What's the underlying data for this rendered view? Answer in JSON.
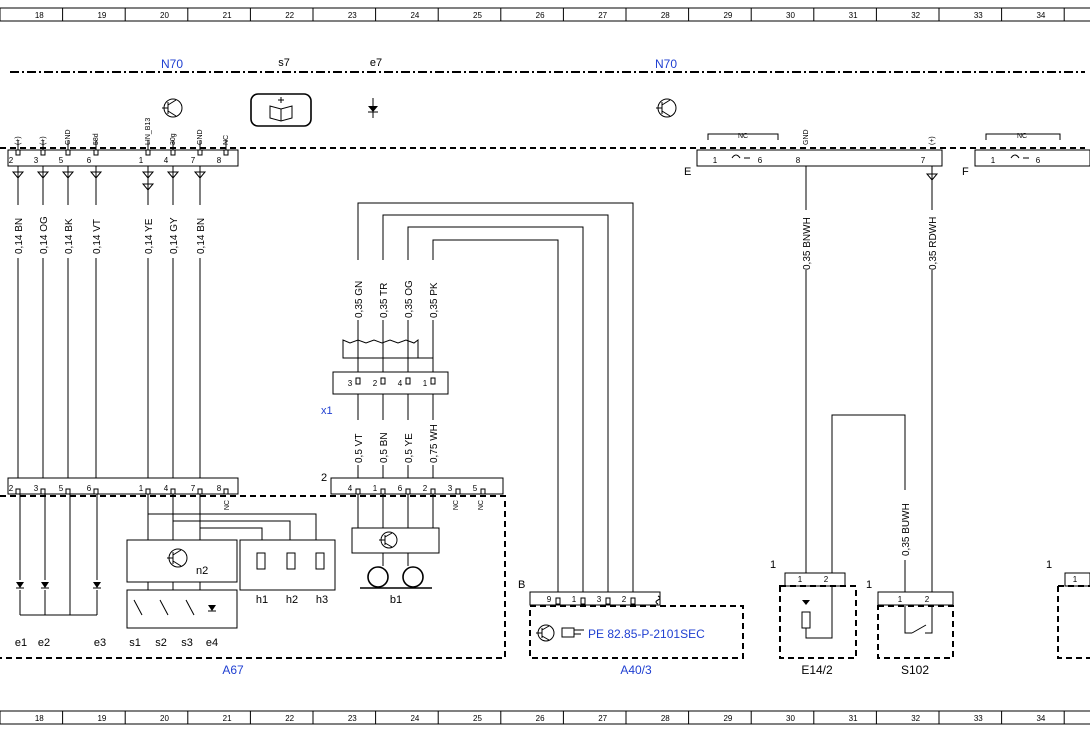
{
  "grid": [
    "18",
    "19",
    "20",
    "21",
    "22",
    "23",
    "24",
    "25",
    "26",
    "27",
    "28",
    "29",
    "30",
    "31",
    "32",
    "33",
    "34"
  ],
  "headers": {
    "n70_left": "N70",
    "s7": "s7",
    "e7": "e7",
    "n70_right": "N70"
  },
  "top_left_pins": {
    "signals": [
      "(+)",
      "(+)",
      "GND",
      "58d",
      "LIN_B13",
      "30g",
      "GND",
      "NC"
    ],
    "numbers": [
      "2",
      "3",
      "5",
      "6",
      "1",
      "4",
      "7",
      "8"
    ]
  },
  "wires_upper": [
    "0,14 BN",
    "0,14 OG",
    "0,14 BK",
    "0,14 VT",
    "0,14 YE",
    "0,14 GY",
    "0,14 BN"
  ],
  "wires_mid_top": [
    "0,35 GN",
    "0,35 TR",
    "0,35 OG",
    "0,35 PK"
  ],
  "x1": {
    "label": "x1",
    "pins": [
      "3",
      "2",
      "4",
      "1"
    ]
  },
  "wires_mid_bottom": [
    "0,5 VT",
    "0,5 BN",
    "0,5 YE",
    "0,75 WH"
  ],
  "a67_connector": {
    "label": "2",
    "left_pins": [
      "2",
      "3",
      "5",
      "6",
      "1",
      "4",
      "7",
      "8"
    ],
    "right_pins": [
      "4",
      "1",
      "6",
      "2",
      "3",
      "5"
    ],
    "nc": "NC"
  },
  "a67_components": {
    "n2": "n2",
    "h": [
      "h1",
      "h2",
      "h3"
    ],
    "b1": "b1",
    "bottom": [
      "e1",
      "e2",
      "e3",
      "s1",
      "s2",
      "s3",
      "e4"
    ]
  },
  "modules": {
    "a67": "A67",
    "a40_3": "A40/3",
    "e14_2": "E14/2",
    "s102": "S102"
  },
  "a40_3": {
    "connector": "B",
    "pins": [
      "9",
      "1",
      "3",
      "2"
    ],
    "reference": "PE 82.85-P-2101SEC"
  },
  "right_section": {
    "connector_e": "E",
    "connector_f": "F",
    "nc": "NC",
    "gnd": "GND",
    "plus": "(+)",
    "pins_e": [
      "1",
      "6",
      "8",
      "7"
    ],
    "pins_f": [
      "1",
      "6"
    ],
    "wire_bnwh": "0,35 BNWH",
    "wire_rdwh": "0,35 RDWH",
    "wire_buwh": "0,35 BUWH",
    "e14_pins": [
      "1",
      "2"
    ],
    "s102_pins": [
      "1",
      "2"
    ],
    "e14_number": "1",
    "s102_number": "1",
    "far_right_number": "1",
    "far_right_pin": "1"
  },
  "colors": {
    "line": "#000000",
    "label_blue": "#1f3fd1"
  }
}
